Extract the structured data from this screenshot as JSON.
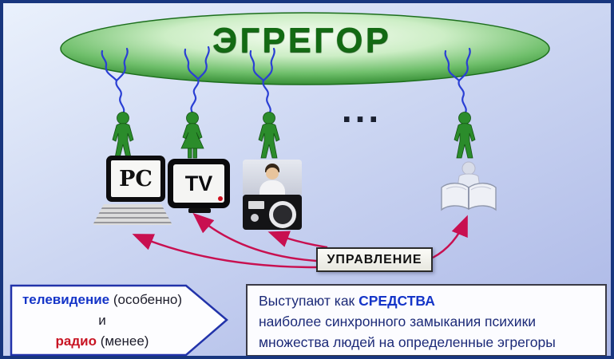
{
  "egregor": {
    "title": "ЭГРЕГОР"
  },
  "ellipsis": "...",
  "devices": {
    "pc_label": "PC",
    "tv_label": "TV"
  },
  "control": {
    "label": "УПРАВЛЕНИЕ"
  },
  "left_note": {
    "tv_word": "телевидение",
    "tv_suffix": " (особенно)",
    "conjunction": "и",
    "radio_word": "радио",
    "radio_suffix": " (менее)"
  },
  "right_note": {
    "line1_prefix": "Выступают как ",
    "line1_emphasis": "СРЕДСТВА",
    "line2": "наиболее синхронного замыкания психики",
    "line3": "множества людей на определенные эгрегоры"
  },
  "colors": {
    "ellipse_green": "#2e8b2e",
    "title_green": "#136a13",
    "tendril_blue": "#2a3fd4",
    "arrow_crimson": "#c81050",
    "tv_word_blue": "#1535c8",
    "radio_word_red": "#c81423",
    "note_text_navy": "#1c2a78"
  }
}
